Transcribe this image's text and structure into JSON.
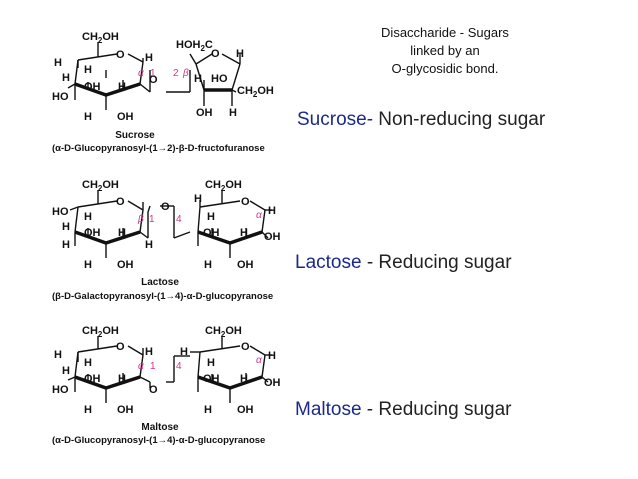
{
  "caption": {
    "line1": "Disaccharide - Sugars",
    "line2": "linked by an",
    "line3": "O-glycosidic bond."
  },
  "sugars": [
    {
      "id": "sucrose",
      "name": "Sucrose-",
      "description": " Non-reducing sugar",
      "struct_name": "Sucrose",
      "struct_full": "(α-D-Glucopyranosyl-(1→2)-β-D-fructofuranose",
      "left_anomer": "α",
      "left_num": "1",
      "right_num": "2",
      "right_anomer": "β"
    },
    {
      "id": "lactose",
      "name": "Lactose",
      "description": " - Reducing sugar",
      "struct_name": "Lactose",
      "struct_full": "(β-D-Galactopyranosyl-(1→4)-α-D-glucopyranose",
      "left_anomer": "β",
      "left_num": "1",
      "right_num": "4",
      "right_anomer": "α"
    },
    {
      "id": "maltose",
      "name": "Maltose",
      "description": " - Reducing sugar",
      "struct_name": "Maltose",
      "struct_full": "(α-D-Glucopyranosyl-(1→4)-α-D-glucopyranose",
      "left_anomer": "α",
      "left_num": "1",
      "right_num": "4",
      "right_anomer": "α"
    }
  ],
  "atoms": {
    "ch2oh": "CH₂OH",
    "hoh2c": "HOH₂C",
    "o": "O",
    "h": "H",
    "oh": "OH",
    "ho": "HO"
  }
}
